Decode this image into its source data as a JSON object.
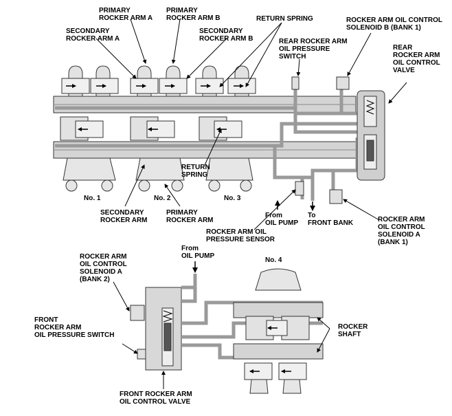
{
  "labels": {
    "primary_rocker_arm_a": [
      "PRIMARY",
      "ROCKER ARM A"
    ],
    "primary_rocker_arm_b": [
      "PRIMARY",
      "ROCKER ARM B"
    ],
    "secondary_rocker_arm_a": [
      "SECONDARY",
      "ROCKER ARM A"
    ],
    "secondary_rocker_arm_b": [
      "SECONDARY",
      "ROCKER ARM B"
    ],
    "return_spring_top": [
      "RETURN SPRING"
    ],
    "rear_pressure_switch": [
      "REAR ROCKER ARM",
      "OIL PRESSURE",
      "SWITCH"
    ],
    "solenoid_b_bank1": [
      "ROCKER ARM OIL CONTROL",
      "SOLENOID B (BANK 1)"
    ],
    "rear_control_valve": [
      "REAR",
      "ROCKER ARM",
      "OIL CONTROL",
      "VALVE"
    ],
    "return_spring_mid": [
      "RETURN",
      "SPRING"
    ],
    "no1": "No. 1",
    "no2": "No. 2",
    "no3": "No. 3",
    "no4": "No. 4",
    "secondary_rocker_arm": [
      "SECONDARY",
      "ROCKER ARM"
    ],
    "primary_rocker_arm": [
      "PRIMARY",
      "ROCKER ARM"
    ],
    "from_oil_pump_1": [
      "From",
      "OIL PUMP"
    ],
    "to_front_bank": [
      "To",
      "FRONT BANK"
    ],
    "solenoid_a_bank1": [
      "ROCKER ARM",
      "OIL CONTROL",
      "SOLENOID A",
      "(BANK 1)"
    ],
    "pressure_sensor": [
      "ROCKER ARM OIL",
      "PRESSURE SENSOR"
    ],
    "from_oil_pump_2": [
      "From",
      "OIL PUMP"
    ],
    "solenoid_a_bank2": [
      "ROCKER ARM",
      "OIL CONTROL",
      "SOLENOID A",
      "(BANK 2)"
    ],
    "front_pressure_switch": [
      "FRONT",
      "ROCKER ARM",
      "OIL PRESSURE SWITCH"
    ],
    "rocker_shaft": [
      "ROCKER",
      "SHAFT"
    ],
    "front_control_valve": [
      "FRONT ROCKER ARM",
      "OIL CONTROL VALVE"
    ]
  }
}
